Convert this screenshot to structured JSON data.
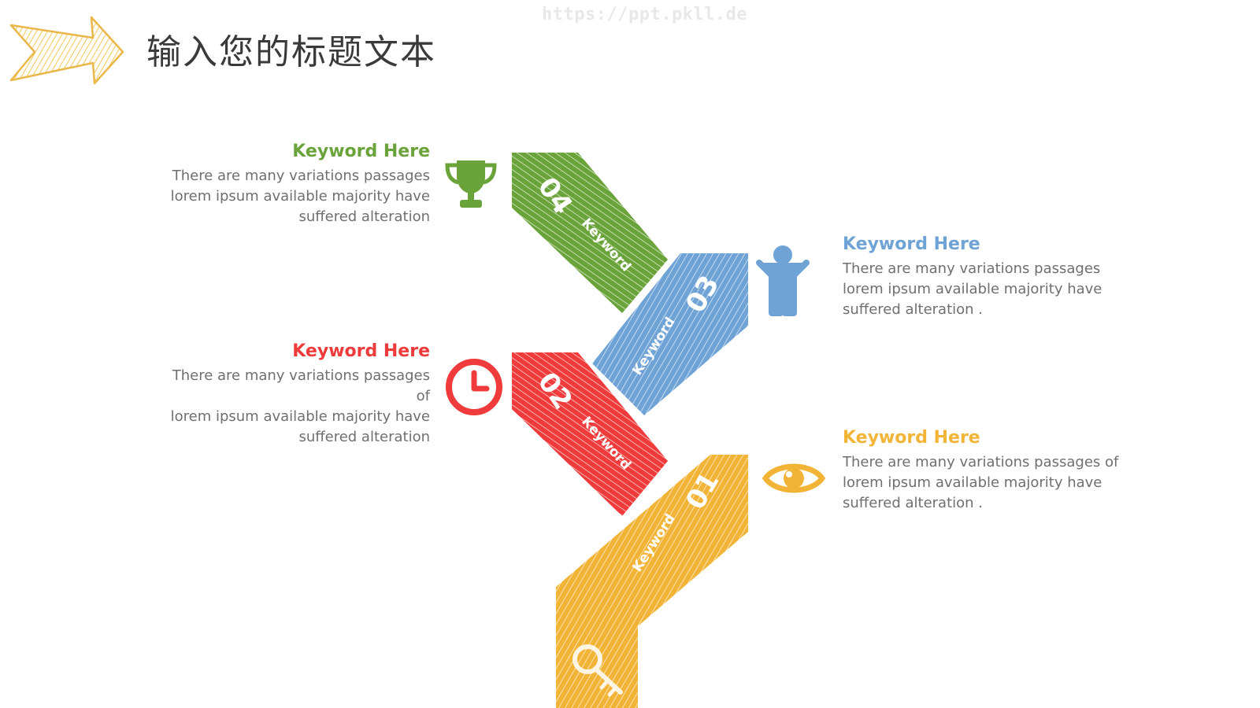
{
  "watermark": "https://ppt.pkll.de",
  "title": "输入您的标题文本",
  "colors": {
    "green": "#6aa33a",
    "blue": "#6fa3d6",
    "red": "#ef3b3b",
    "yellow": "#f2b437",
    "title_arrow": "#f0c65a",
    "body_text": "#6f6f6f"
  },
  "steps": [
    {
      "number": "04",
      "label": "Keyword",
      "color": "#6aa33a",
      "icon": "trophy-icon"
    },
    {
      "number": "03",
      "label": "Keyword",
      "color": "#6fa3d6",
      "icon": "person-icon"
    },
    {
      "number": "02",
      "label": "Keyword",
      "color": "#ef3b3b",
      "icon": "clock-icon"
    },
    {
      "number": "01",
      "label": "Keyword",
      "color": "#f2b437",
      "icon": "eye-icon"
    }
  ],
  "base_icon": "key-icon",
  "blocks": {
    "green": {
      "heading": "Keyword Here",
      "lines": [
        "There are many variations passages",
        "lorem ipsum available  majority have",
        "suffered alteration"
      ]
    },
    "blue": {
      "heading": "Keyword Here",
      "lines": [
        "There are many variations passages",
        "lorem ipsum available  majority have",
        "suffered alteration ."
      ]
    },
    "red": {
      "heading": "Keyword Here",
      "lines": [
        "There are many variations passages of",
        "lorem ipsum available  majority have",
        "suffered alteration"
      ]
    },
    "yellow": {
      "heading": "Keyword Here",
      "lines": [
        "There are many variations passages of",
        "lorem ipsum available  majority have",
        "suffered alteration ."
      ]
    }
  }
}
